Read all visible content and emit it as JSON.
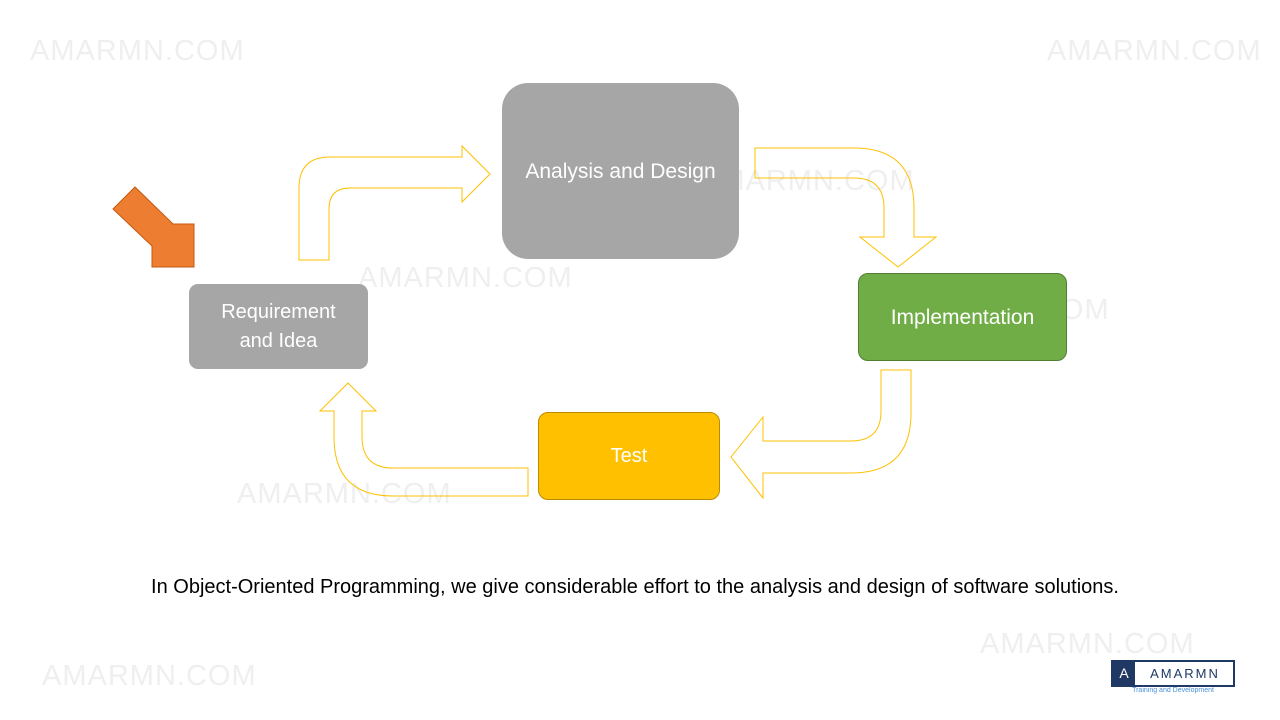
{
  "watermark": "AMARMN.COM",
  "nodes": {
    "requirement": "Requirement\nand Idea",
    "analysis": "Analysis and Design",
    "implementation": "Implementation",
    "test": "Test"
  },
  "caption": "In Object-Oriented Programming, we give considerable effort to the analysis and design of software solutions.",
  "logo": {
    "letter": "A",
    "name": "AMARMN",
    "tagline": "Training and Development"
  },
  "colors": {
    "gray": "#a6a6a6",
    "green": "#70ad47",
    "yellow": "#ffc000",
    "orange": "#ed7d31",
    "arrow_outline": "#ffc000",
    "brand": "#1f3864"
  }
}
